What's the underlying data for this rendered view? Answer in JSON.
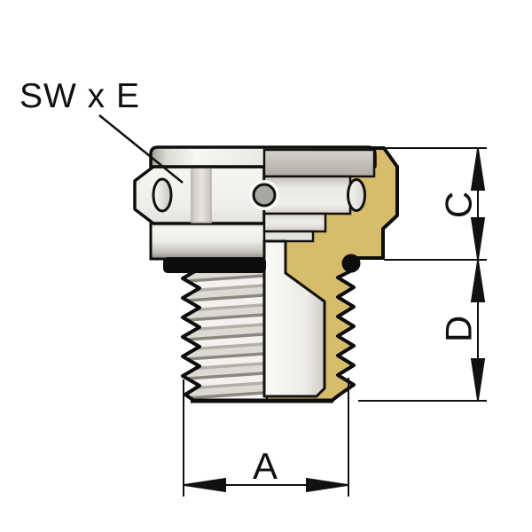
{
  "drawing": {
    "callout": {
      "label": "SW x E"
    },
    "dimensions": {
      "width_label": "A",
      "upper_height_label": "C",
      "lower_height_label": "D"
    },
    "colors": {
      "brass": "#d7bc6b",
      "oring": "#0d0d0d",
      "outline": "#0d0d0d",
      "background": "#ffffff"
    }
  }
}
